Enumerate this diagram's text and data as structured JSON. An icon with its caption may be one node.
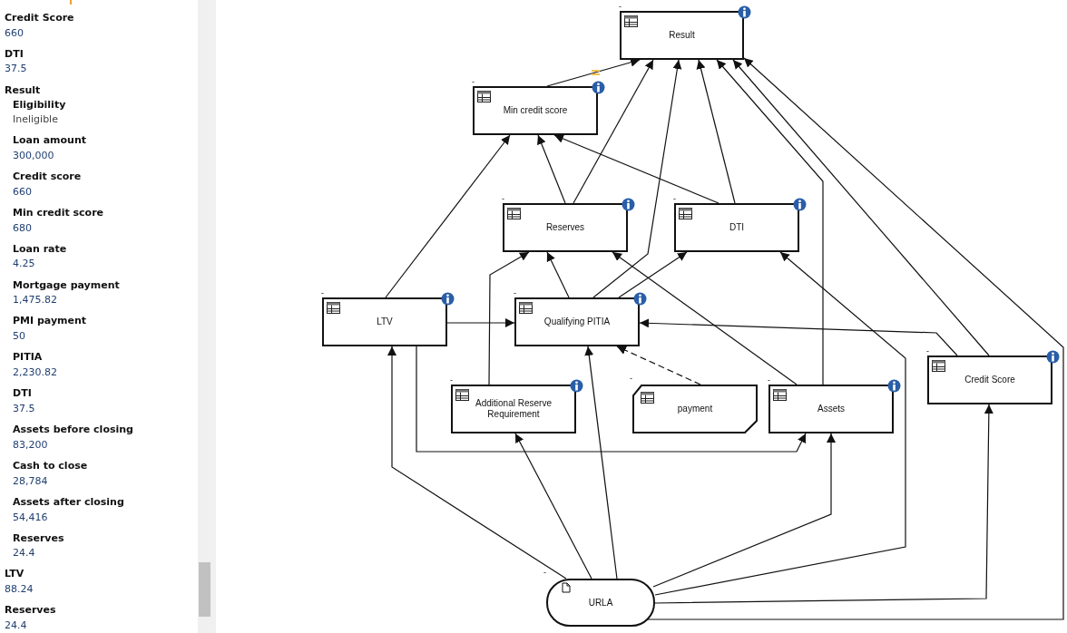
{
  "diagram": {
    "nodes": [
      {
        "text": [
          "Result"
        ],
        "beside": [
          "-"
        ]
      },
      {
        "text": [
          "Min credit score"
        ],
        "beside": [
          "-"
        ]
      },
      {
        "text": [
          "Reserves"
        ],
        "beside": [
          "-"
        ]
      },
      {
        "text": [
          "DTI"
        ],
        "beside": [
          "-"
        ]
      },
      {
        "text": [
          "LTV"
        ],
        "beside": [
          "-"
        ]
      },
      {
        "text": [
          "Qualifying PITIA"
        ],
        "beside": [
          "-"
        ]
      },
      {
        "text": [
          "Credit Score"
        ],
        "beside": [
          "-"
        ]
      },
      {
        "text": [
          "Additional Reserve Requirement"
        ],
        "beside": [
          "-"
        ]
      },
      {
        "text": [
          "payment"
        ],
        "beside": [
          "-"
        ]
      },
      {
        "text": [
          "Assets"
        ],
        "beside": [
          "-"
        ]
      },
      {
        "text": [
          "URLA"
        ],
        "beside": [
          "-"
        ]
      }
    ],
    "edges": [
      {
        "from": 1,
        "to": 0,
        "arrow": "to"
      },
      {
        "from": 2,
        "to": 0,
        "arrow": "to"
      },
      {
        "from": 5,
        "to": 0,
        "arrow": "to"
      },
      {
        "from": 3,
        "to": 0,
        "arrow": "to"
      },
      {
        "from": 9,
        "to": 0,
        "arrow": "to"
      },
      {
        "from": 6,
        "to": 0,
        "arrow": "to"
      },
      {
        "from": 10,
        "to": 0,
        "arrow": "to"
      },
      {
        "from": 2,
        "to": 1,
        "arrow": "to"
      },
      {
        "from": 3,
        "to": 1,
        "arrow": "to"
      },
      {
        "from": 4,
        "to": 1,
        "arrow": "to"
      },
      {
        "from": 4,
        "to": 5,
        "arrow": "to"
      },
      {
        "from": 5,
        "to": 2,
        "arrow": "to"
      },
      {
        "from": 5,
        "to": 3,
        "arrow": "to"
      },
      {
        "from": 7,
        "to": 2,
        "arrow": "to"
      },
      {
        "from": 9,
        "to": 2,
        "arrow": "to"
      },
      {
        "from": 6,
        "to": 5,
        "arrow": "to"
      },
      {
        "from": 8,
        "to": 5,
        "arrow": "to",
        "style": "dashed"
      },
      {
        "from": 4,
        "to": 9,
        "arrow": "to"
      },
      {
        "from": 10,
        "to": 4,
        "arrow": "to"
      },
      {
        "from": 10,
        "to": 7,
        "arrow": "to"
      },
      {
        "from": 10,
        "to": 5,
        "arrow": "to"
      },
      {
        "from": 10,
        "to": 9,
        "arrow": "to"
      },
      {
        "from": 10,
        "to": 3,
        "arrow": "to"
      },
      {
        "from": 10,
        "to": 6,
        "arrow": "to"
      }
    ],
    "labels": [
      "Credit Score",
      "660",
      "DTI",
      "37.5",
      "Result",
      "Eligibility",
      "Ineligible",
      "Loan amount",
      "300,000",
      "Credit score",
      "660",
      "Min credit score",
      "680",
      "Loan rate",
      "4.25",
      "Mortgage payment",
      "1,475.82",
      "PMI payment",
      "50",
      "PITIA",
      "2,230.82",
      "DTI",
      "37.5",
      "Assets before closing",
      "83,200",
      "Cash to close",
      "28,784",
      "Assets after closing",
      "54,416",
      "Reserves",
      "24.4",
      "LTV",
      "88.24",
      "Reserves",
      "24.4"
    ]
  }
}
